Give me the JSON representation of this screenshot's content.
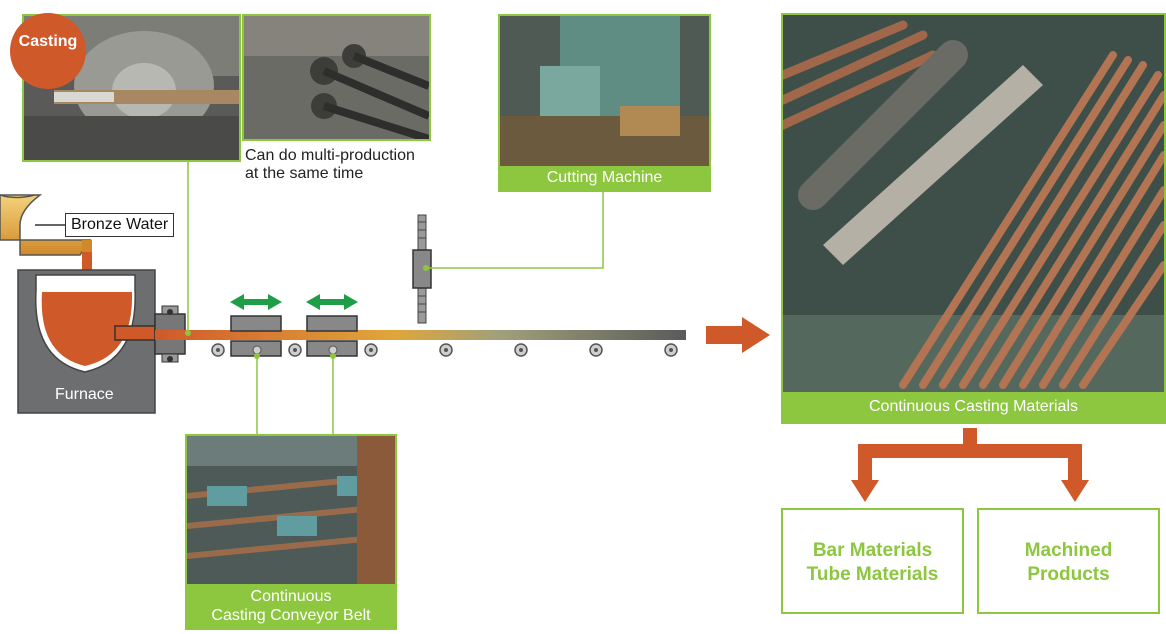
{
  "badge": {
    "label": "Casting"
  },
  "captions": {
    "multi_production_line1": "Can do multi-production",
    "multi_production_line2": "at the same time"
  },
  "labels": {
    "bronze_water": "Bronze Water",
    "furnace": "Furnace",
    "cutting_machine": "Cutting Machine",
    "conveyor_line1": "Continuous",
    "conveyor_line2": "Casting Conveyor Belt",
    "continuous_casting_materials": "Continuous Casting Materials"
  },
  "products": {
    "bar_line1": "Bar Materials",
    "bar_line2": "Tube Materials",
    "machined_line1": "Machined",
    "machined_line2": "Products"
  },
  "colors": {
    "accent_green": "#8dc63f",
    "brand_orange": "#d0592a",
    "arrow_green": "#1e9e46",
    "furnace_gray": "#6d6e70"
  }
}
